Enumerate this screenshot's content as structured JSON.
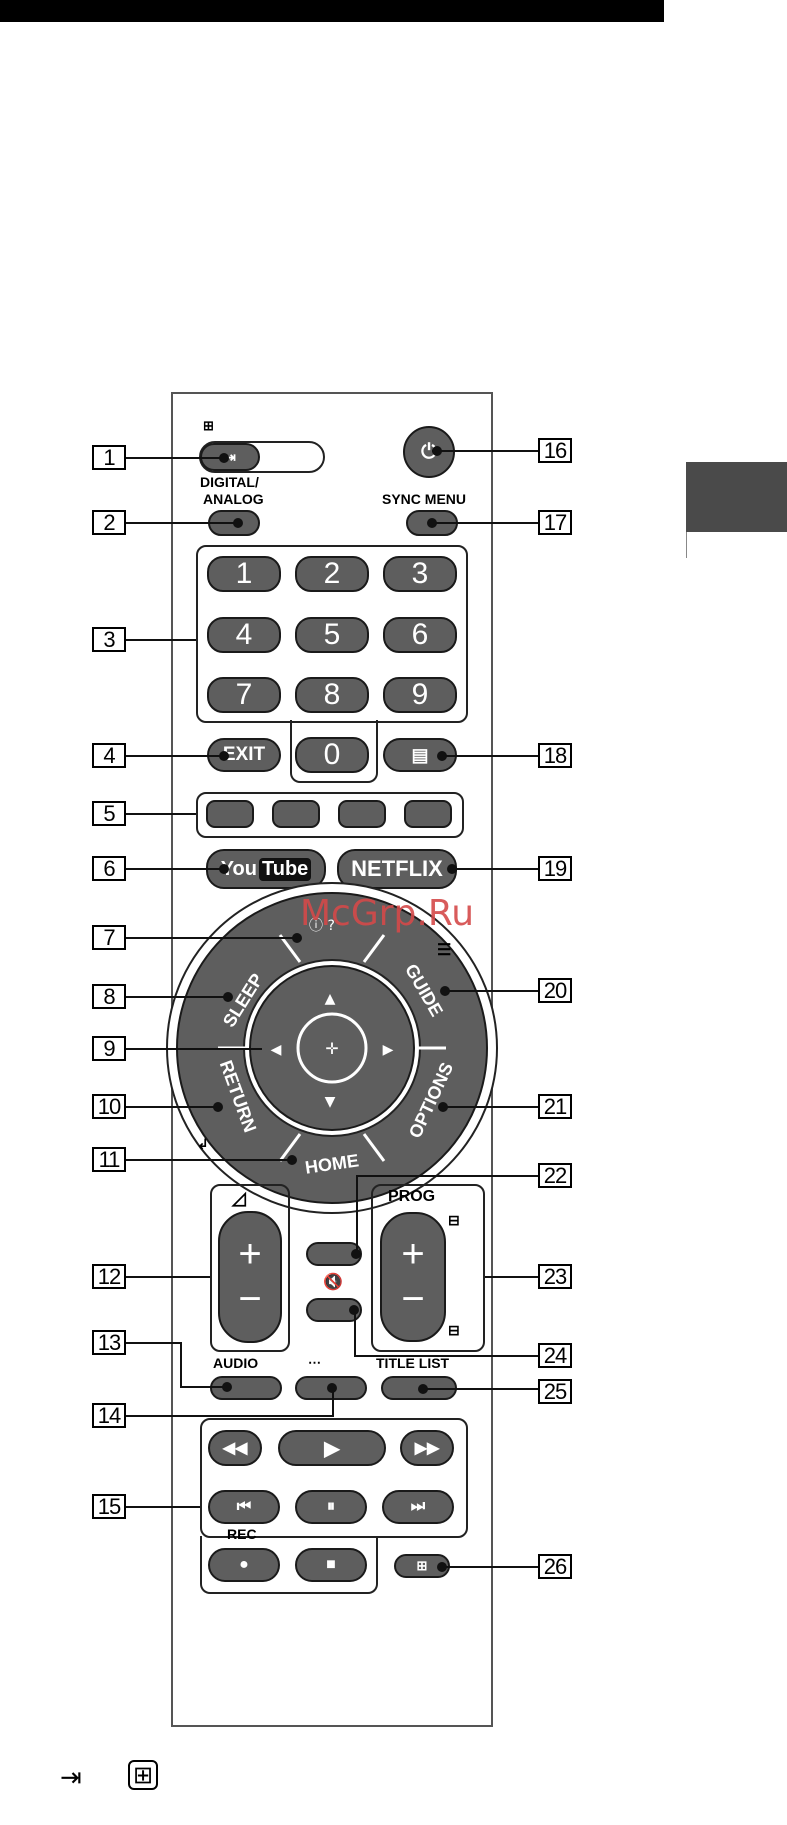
{
  "callouts": {
    "n1": "1",
    "n2": "2",
    "n3": "3",
    "n4": "4",
    "n5": "5",
    "n6": "6",
    "n7": "7",
    "n8": "8",
    "n9": "9",
    "n10": "10",
    "n11": "11",
    "n12": "12",
    "n13": "13",
    "n14": "14",
    "n15": "15",
    "n16": "16",
    "n17": "17",
    "n18": "18",
    "n19": "19",
    "n20": "20",
    "n21": "21",
    "n22": "22",
    "n23": "23",
    "n24": "24",
    "n25": "25",
    "n26": "26"
  },
  "labels": {
    "digital_analog_1": "DIGITAL/",
    "digital_analog_2": "ANALOG",
    "sync_menu": "SYNC MENU",
    "prog": "PROG",
    "audio": "AUDIO",
    "title_list": "TITLE LIST",
    "rec": "REC"
  },
  "buttons": {
    "num_1": "1",
    "num_2": "2",
    "num_3": "3",
    "num_4": "4",
    "num_5": "5",
    "num_6": "6",
    "num_7": "7",
    "num_8": "8",
    "num_9": "9",
    "num_0": "0",
    "exit": "EXIT",
    "youtube_you": "You",
    "youtube_tube": "Tube",
    "netflix": "NETFLIX",
    "sleep": "SLEEP",
    "guide": "GUIDE",
    "return": "RETURN",
    "options": "OPTIONS",
    "home": "HOME"
  },
  "watermark": "McGrp.Ru",
  "colors": {
    "button": "#5e5e5e",
    "sidetab": "#4a4a4a",
    "watermark": "#d44a4a"
  }
}
